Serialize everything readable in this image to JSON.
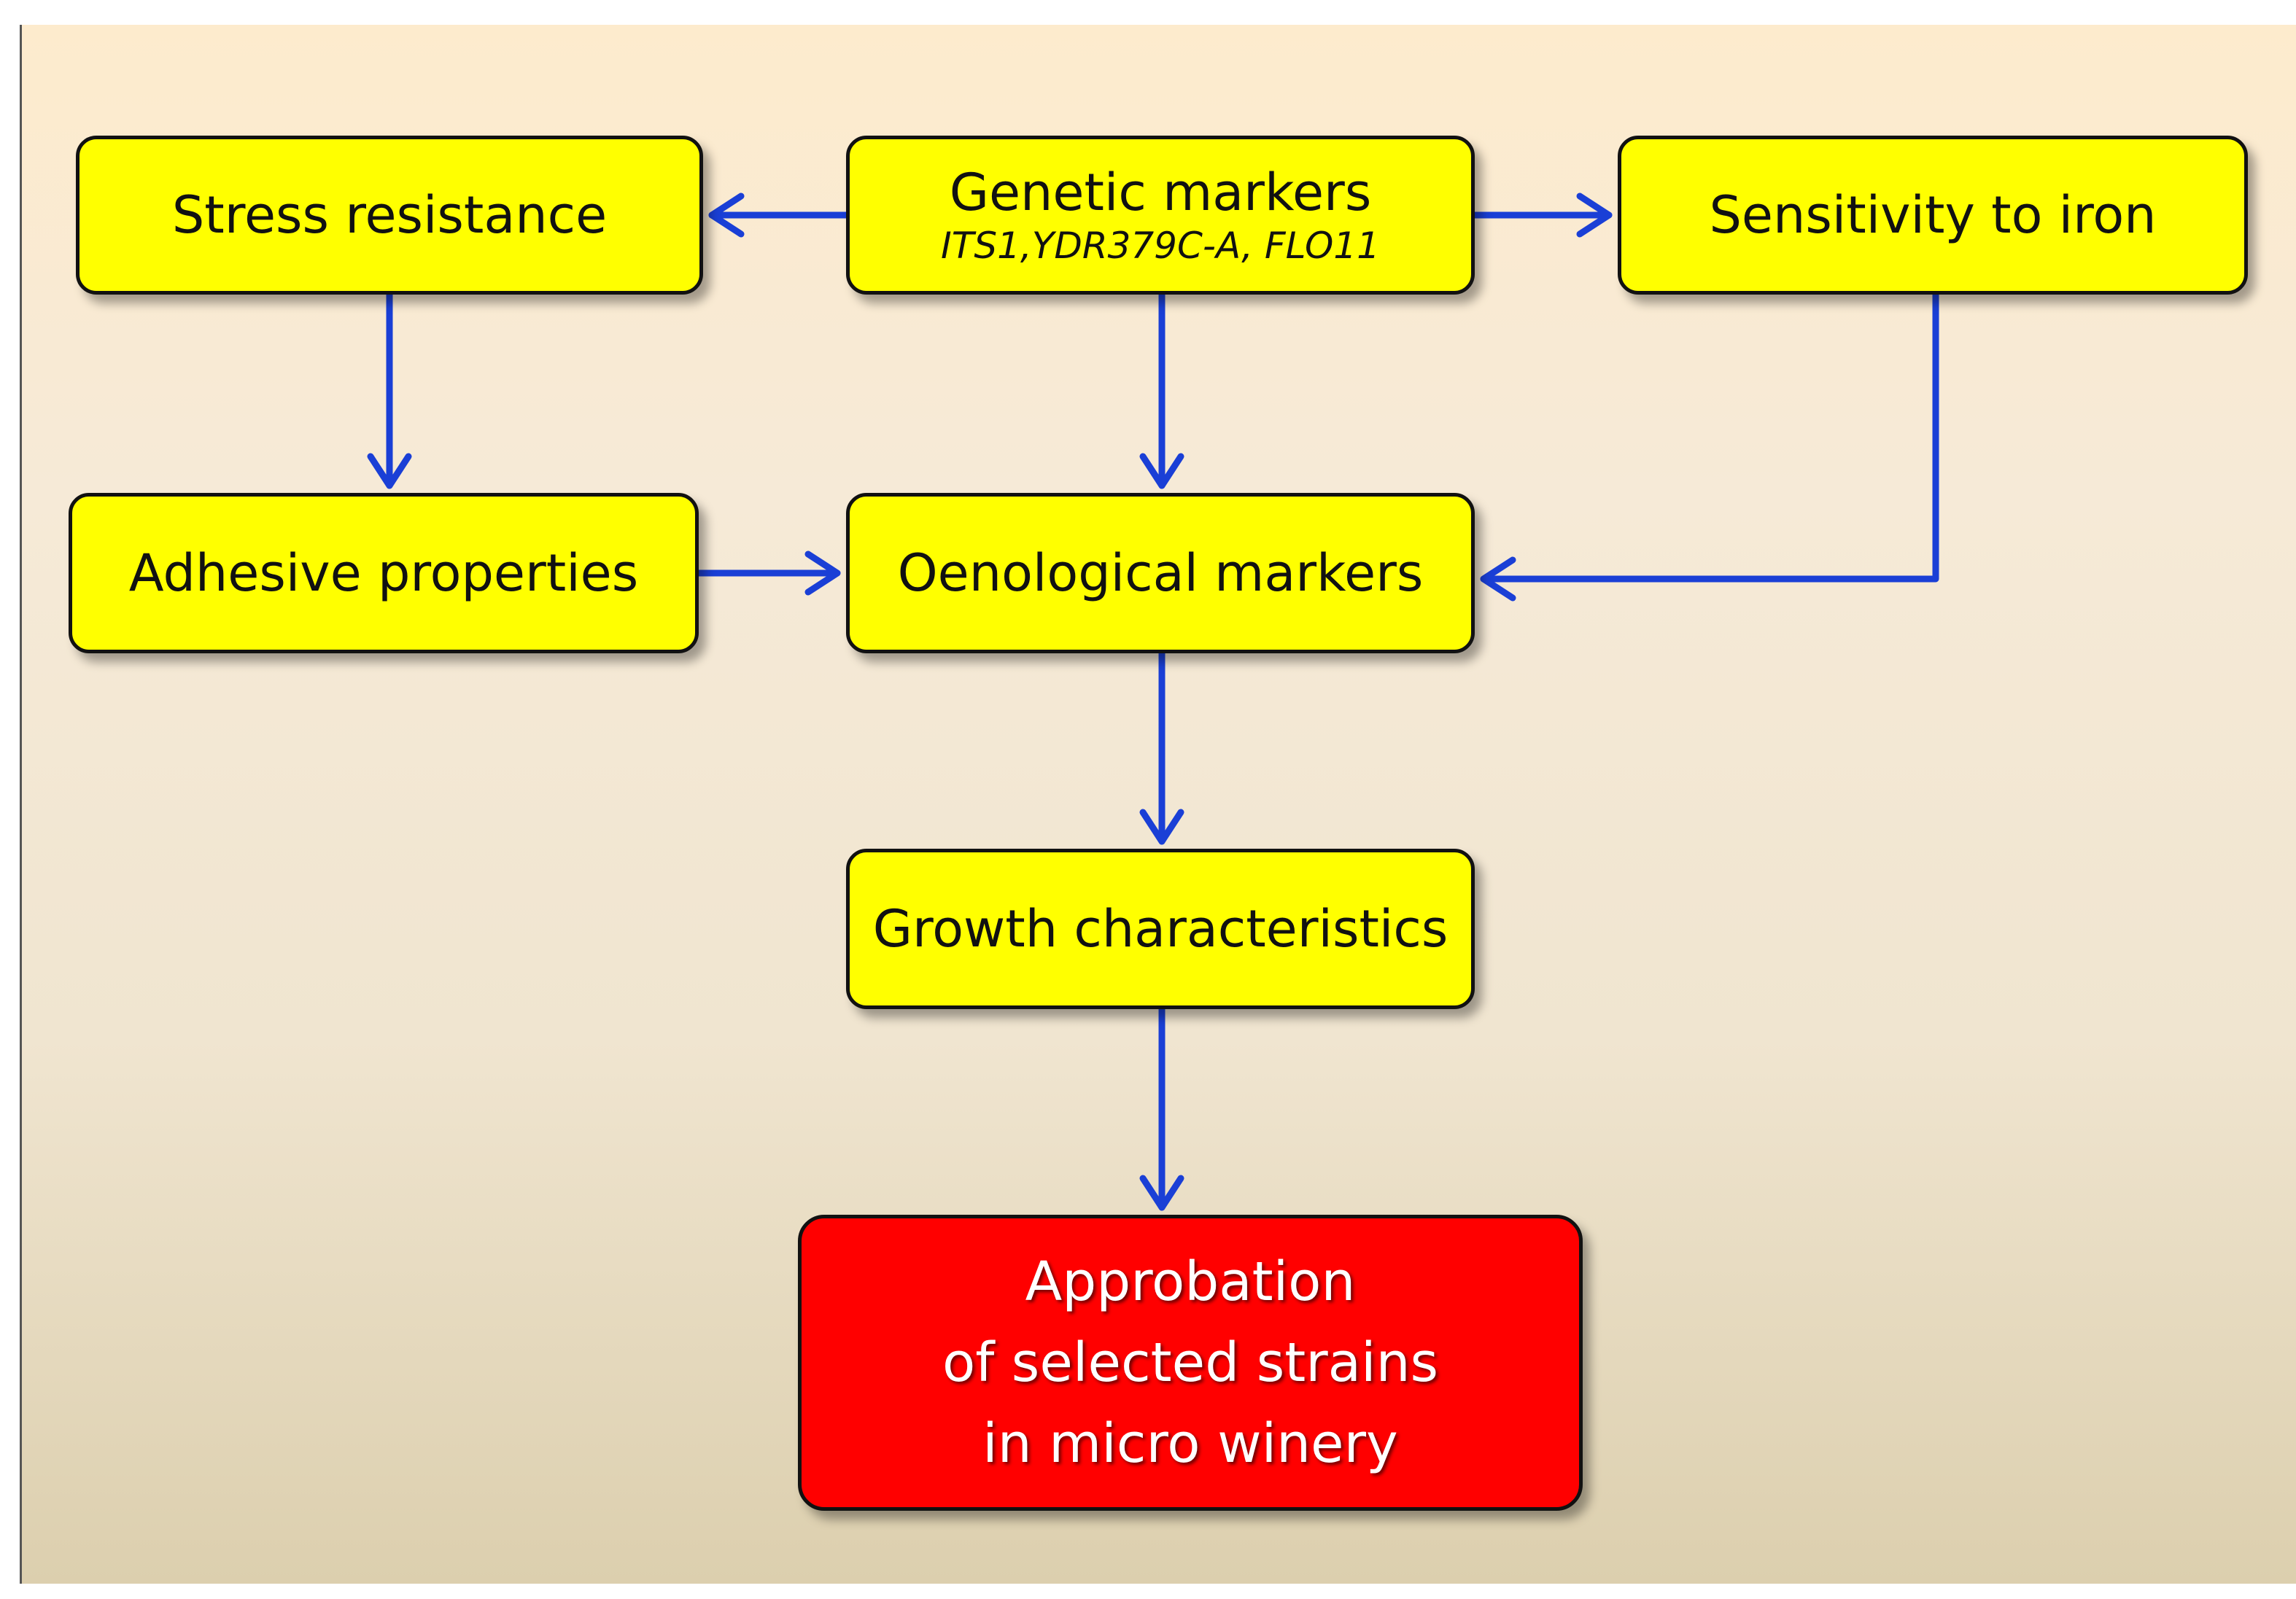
{
  "colors": {
    "box_fill": "#ffff00",
    "final_fill": "#ff0000",
    "arrow": "#1a3fd6",
    "border": "#111111"
  },
  "nodes": {
    "stress": {
      "label": "Stress resistance"
    },
    "genetic": {
      "label": "Genetic markers",
      "sublabel": "ITS1,YDR379C-A, FLO11"
    },
    "iron": {
      "label": "Sensitivity to iron"
    },
    "adhesive": {
      "label": "Adhesive properties"
    },
    "oenological": {
      "label": "Oenological markers"
    },
    "growth": {
      "label": "Growth characteristics"
    },
    "approbation": {
      "lines": [
        "Approbation",
        "of selected strains",
        "in micro winery"
      ]
    }
  },
  "edges": [
    {
      "from": "genetic",
      "to": "stress"
    },
    {
      "from": "genetic",
      "to": "iron"
    },
    {
      "from": "genetic",
      "to": "oenological"
    },
    {
      "from": "stress",
      "to": "adhesive"
    },
    {
      "from": "adhesive",
      "to": "oenological"
    },
    {
      "from": "iron",
      "to": "oenological"
    },
    {
      "from": "oenological",
      "to": "growth"
    },
    {
      "from": "growth",
      "to": "approbation"
    }
  ]
}
